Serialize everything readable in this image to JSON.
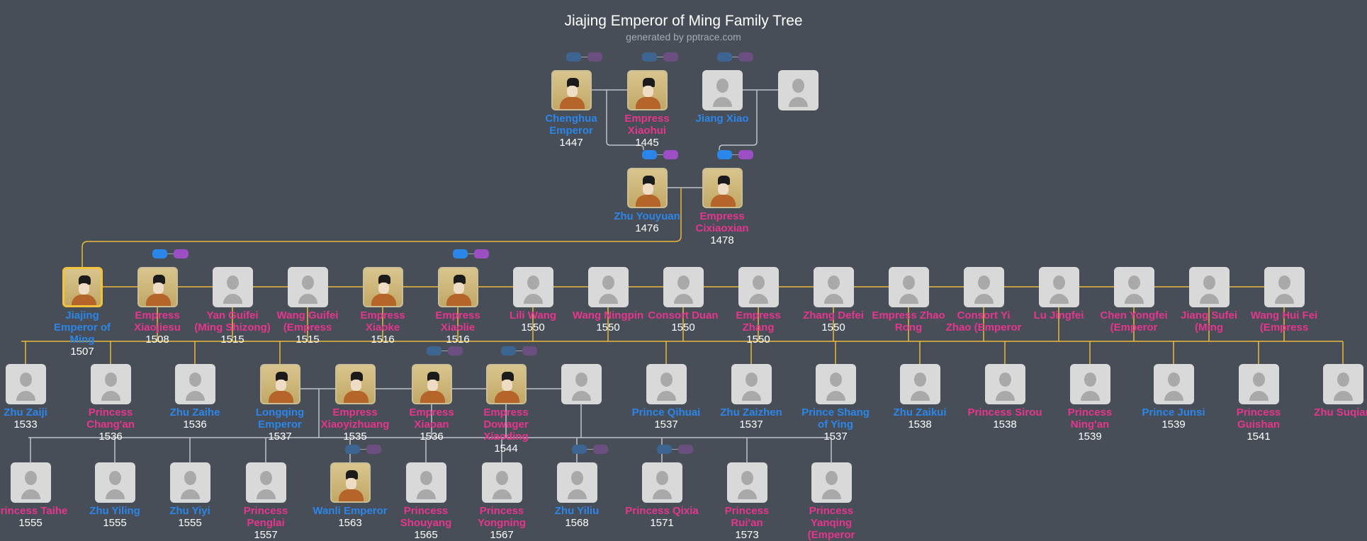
{
  "header": {
    "title": "Jiajing Emperor of Ming Family Tree",
    "subtitle": "generated by pptrace.com"
  },
  "colors": {
    "background": "#484e57",
    "male": "#2b86ea",
    "female": "#e5358f",
    "lineage_line": "#e8b83a",
    "relation_line": "#bfc3c8"
  },
  "rows": [
    [
      {
        "name": "Chenghua Emperor",
        "year": "1447",
        "gender": "male",
        "photo": true,
        "badges": "dim"
      },
      {
        "name": "Empress Xiaohui",
        "year": "1445",
        "gender": "female",
        "photo": true,
        "badges": "dim"
      },
      {
        "name": "Jiang Xiao",
        "year": "",
        "gender": "male",
        "photo": false,
        "badges": "dim"
      },
      {
        "name": "",
        "year": "",
        "gender": "female",
        "photo": false,
        "badges": ""
      }
    ],
    [
      {
        "name": "Zhu Youyuan",
        "year": "1476",
        "gender": "male",
        "photo": true,
        "badges": "bright"
      },
      {
        "name": "Empress Cixiaoxian",
        "year": "1478",
        "gender": "female",
        "photo": true,
        "badges": "bright"
      }
    ],
    [
      {
        "name": "Jiajing Emperor of Ming",
        "year": "1507",
        "gender": "male",
        "photo": true,
        "badges": "",
        "root": true
      },
      {
        "name": "Empress Xiaojiesu",
        "year": "1508",
        "gender": "female",
        "photo": true,
        "badges": "bright"
      },
      {
        "name": "Yan Guifei (Ming Shizong)",
        "year": "1515",
        "gender": "female",
        "photo": false,
        "badges": ""
      },
      {
        "name": "Wang Guifei (Empress",
        "year": "1515",
        "gender": "female",
        "photo": false,
        "badges": ""
      },
      {
        "name": "Empress Xiaoke",
        "year": "1516",
        "gender": "female",
        "photo": true,
        "badges": ""
      },
      {
        "name": "Empress Xiaolie",
        "year": "1516",
        "gender": "female",
        "photo": true,
        "badges": "bright"
      },
      {
        "name": "Lili Wang",
        "year": "1550",
        "gender": "female",
        "photo": false,
        "badges": ""
      },
      {
        "name": "Wang Ningpin",
        "year": "1550",
        "gender": "female",
        "photo": false,
        "badges": ""
      },
      {
        "name": "Consort Duan",
        "year": "1550",
        "gender": "female",
        "photo": false,
        "badges": ""
      },
      {
        "name": "Empress Zhang",
        "year": "1550",
        "gender": "female",
        "photo": false,
        "badges": ""
      },
      {
        "name": "Zhang Defei",
        "year": "1550",
        "gender": "female",
        "photo": false,
        "badges": ""
      },
      {
        "name": "Empress Zhao Rong",
        "year": "",
        "gender": "female",
        "photo": false,
        "badges": ""
      },
      {
        "name": "Consort Yi Zhao (Emperor",
        "year": "",
        "gender": "female",
        "photo": false,
        "badges": ""
      },
      {
        "name": "Lu Jingfei",
        "year": "",
        "gender": "female",
        "photo": false,
        "badges": ""
      },
      {
        "name": "Chen Yongfei (Emperor",
        "year": "",
        "gender": "female",
        "photo": false,
        "badges": ""
      },
      {
        "name": "Jiang Sufei (Ming",
        "year": "",
        "gender": "female",
        "photo": false,
        "badges": ""
      },
      {
        "name": "Wang Hui Fei (Empress",
        "year": "",
        "gender": "female",
        "photo": false,
        "badges": ""
      }
    ],
    [
      {
        "name": "Zhu Zaiji",
        "year": "1533",
        "gender": "male",
        "photo": false,
        "badges": ""
      },
      {
        "name": "Princess Chang'an",
        "year": "1536",
        "gender": "female",
        "photo": false,
        "badges": ""
      },
      {
        "name": "Zhu Zaihe",
        "year": "1536",
        "gender": "male",
        "photo": false,
        "badges": ""
      },
      {
        "name": "Longqing Emperor",
        "year": "1537",
        "gender": "male",
        "photo": true,
        "badges": ""
      },
      {
        "name": "Empress Xiaoyizhuang",
        "year": "1535",
        "gender": "female",
        "photo": true,
        "badges": ""
      },
      {
        "name": "Empress Xiaoan",
        "year": "1536",
        "gender": "female",
        "photo": true,
        "badges": "dim"
      },
      {
        "name": "Empress Dowager Xiaoding",
        "year": "1544",
        "gender": "female",
        "photo": true,
        "badges": "dim"
      },
      {
        "name": "",
        "year": "",
        "gender": "female",
        "photo": false,
        "badges": ""
      },
      {
        "name": "Prince Qihuai",
        "year": "1537",
        "gender": "male",
        "photo": false,
        "badges": ""
      },
      {
        "name": "Zhu Zaizhen",
        "year": "1537",
        "gender": "male",
        "photo": false,
        "badges": ""
      },
      {
        "name": "Prince Shang of Ying",
        "year": "1537",
        "gender": "male",
        "photo": false,
        "badges": ""
      },
      {
        "name": "Zhu Zaikui",
        "year": "1538",
        "gender": "male",
        "photo": false,
        "badges": ""
      },
      {
        "name": "Princess Sirou",
        "year": "1538",
        "gender": "female",
        "photo": false,
        "badges": ""
      },
      {
        "name": "Princess Ning'an",
        "year": "1539",
        "gender": "female",
        "photo": false,
        "badges": ""
      },
      {
        "name": "Prince Junsi",
        "year": "1539",
        "gender": "male",
        "photo": false,
        "badges": ""
      },
      {
        "name": "Princess Guishan",
        "year": "1541",
        "gender": "female",
        "photo": false,
        "badges": ""
      },
      {
        "name": "Zhu Suqian",
        "year": "",
        "gender": "female",
        "photo": false,
        "badges": ""
      }
    ],
    [
      {
        "name": "Princess Taihe",
        "year": "1555",
        "gender": "female",
        "photo": false,
        "badges": ""
      },
      {
        "name": "Zhu Yiling",
        "year": "1555",
        "gender": "male",
        "photo": false,
        "badges": ""
      },
      {
        "name": "Zhu Yiyi",
        "year": "1555",
        "gender": "male",
        "photo": false,
        "badges": ""
      },
      {
        "name": "Princess Penglai",
        "year": "1557",
        "gender": "female",
        "photo": false,
        "badges": ""
      },
      {
        "name": "Wanli Emperor",
        "year": "1563",
        "gender": "male",
        "photo": true,
        "badges": "dim"
      },
      {
        "name": "Princess Shouyang",
        "year": "1565",
        "gender": "female",
        "photo": false,
        "badges": ""
      },
      {
        "name": "Princess Yongning",
        "year": "1567",
        "gender": "female",
        "photo": false,
        "badges": ""
      },
      {
        "name": "Zhu Yiliu",
        "year": "1568",
        "gender": "male",
        "photo": false,
        "badges": "dim"
      },
      {
        "name": "Princess Qixia",
        "year": "1571",
        "gender": "female",
        "photo": false,
        "badges": "dim"
      },
      {
        "name": "Princess Rui'an",
        "year": "1573",
        "gender": "female",
        "photo": false,
        "badges": ""
      },
      {
        "name": "Princess Yanqing (Emperor",
        "year": "",
        "gender": "female",
        "photo": false,
        "badges": ""
      }
    ]
  ]
}
